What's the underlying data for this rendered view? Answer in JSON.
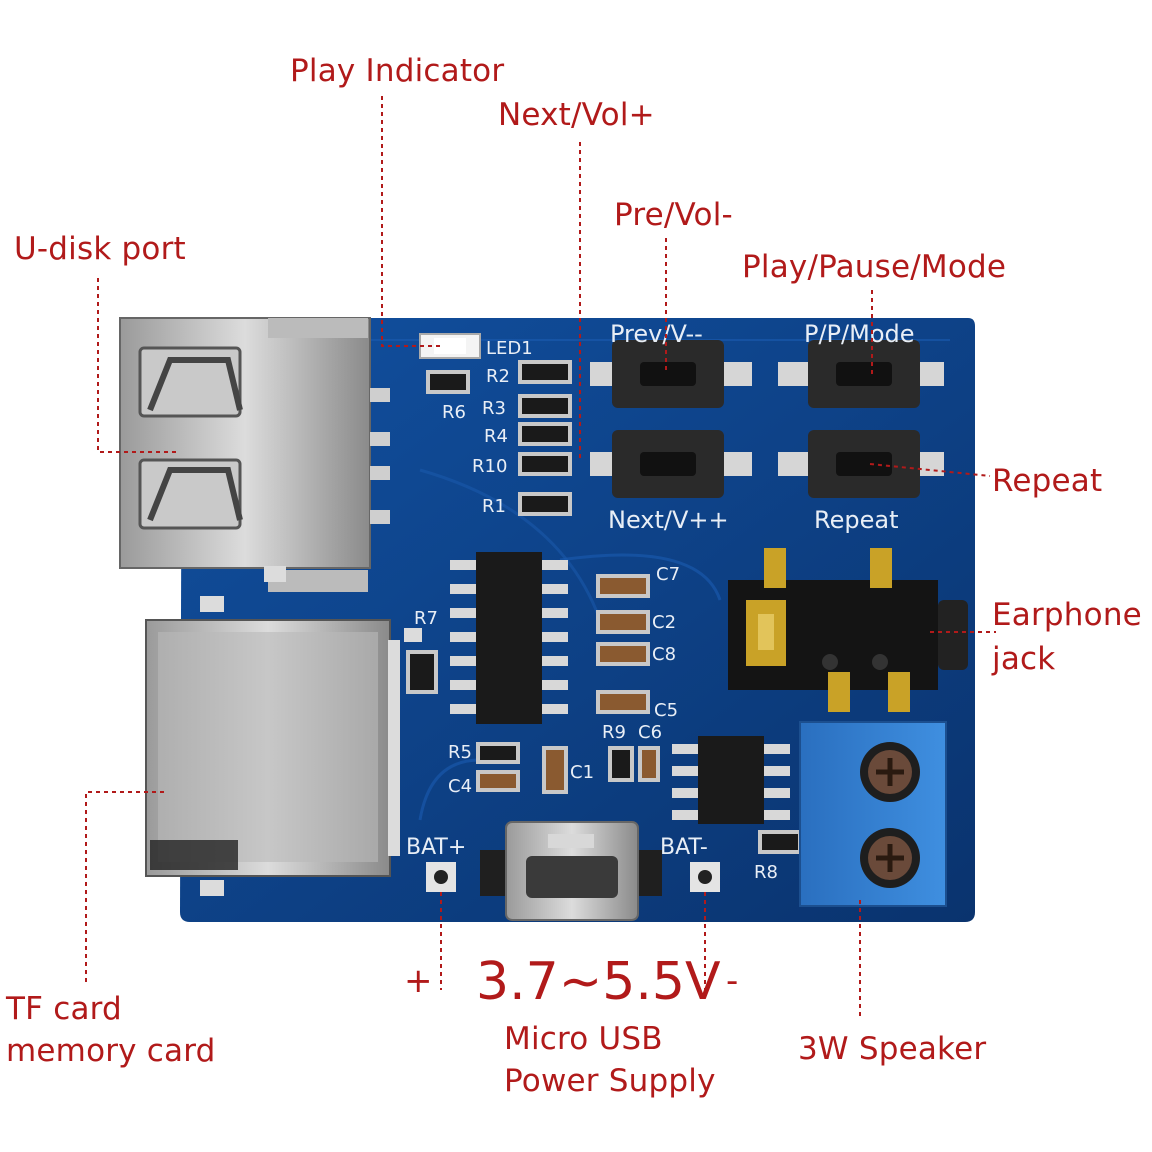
{
  "callouts": {
    "play_indicator": "Play Indicator",
    "next_vol": "Next/Vol+",
    "pre_vol": "Pre/Vol-",
    "play_pause_mode": "Play/Pause/Mode",
    "u_disk_port": "U-disk port",
    "repeat": "Repeat",
    "earphone_line1": "Earphone",
    "earphone_line2": "jack",
    "tf_line1": "TF card",
    "tf_line2": "memory card",
    "voltage": "3.7~5.5V",
    "plus_sign": "+",
    "minus_sign": "-",
    "usb_line1": "Micro USB",
    "usb_line2": "Power Supply",
    "speaker": "3W Speaker"
  },
  "silkscreen": {
    "led1": "LED1",
    "r2": "R2",
    "r3": "R3",
    "r4": "R4",
    "r10": "R10",
    "r1": "R1",
    "r6": "R6",
    "r7": "R7",
    "r5": "R5",
    "c4": "C4",
    "c1": "C1",
    "c7": "C7",
    "c2": "C2",
    "c8": "C8",
    "c5": "C5",
    "r9": "R9",
    "c6": "C6",
    "prev_button": "Prev/V--",
    "ppmode_button": "P/P/Mode",
    "next_button": "Next/V++",
    "repeat_button": "Repeat",
    "bat_plus": "BAT+",
    "bat_minus": "BAT-",
    "r8": "R8"
  },
  "colors": {
    "label_red": "#b11a1a",
    "pcb_blue": "#0b3f86",
    "silkscreen_white": "#e8eef6",
    "terminal_blue": "#2f7fd0"
  }
}
